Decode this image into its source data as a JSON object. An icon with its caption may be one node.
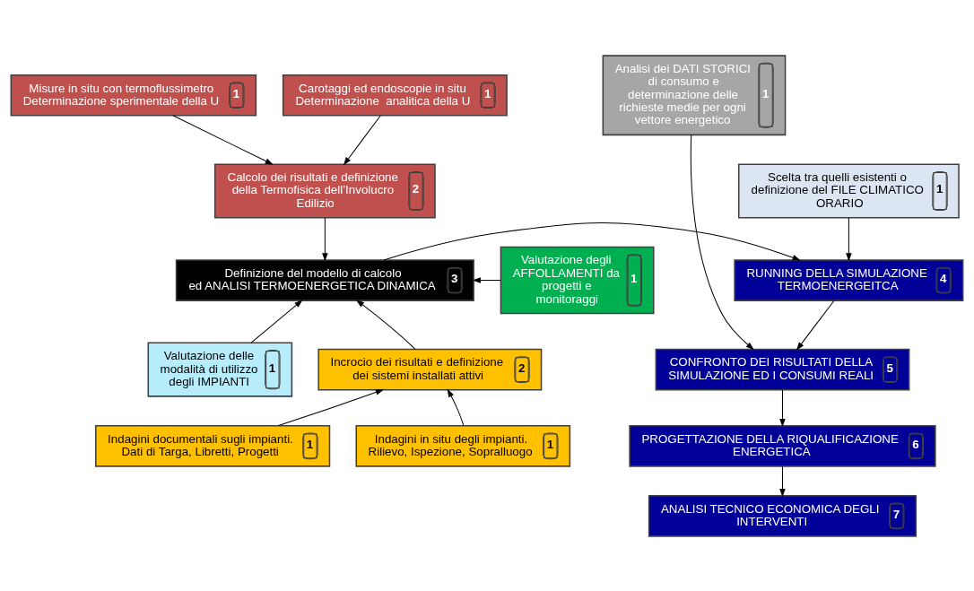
{
  "diagram": {
    "nodes": [
      {
        "text": [
          "Misure in situ con termoflussimetro Determinazione sperimentale della U",
          "1"
        ]
      },
      {
        "text": [
          "Carotaggi ed endoscopie in situ Determinazione  analitica della U",
          "1"
        ]
      },
      {
        "text": [
          "Analisi dei DATI STORICI di consumo e determinazione delle richieste medie per ogni vettore energetico",
          "1"
        ]
      },
      {
        "text": [
          "Calcolo dei risultati e definizione della Termofisica dell’Involucro Edilizio",
          "2"
        ]
      },
      {
        "text": [
          "Valutazione degli AFFOLLAMENTI da progetti e monitoraggi",
          "1"
        ]
      },
      {
        "text": [
          "Scelta tra quelli esistenti o definizione del FILE CLIMATICO ORARIO",
          "1"
        ]
      },
      {
        "text": [
          "Definizione del modello di calcolo ed ANALISI TERMOENERGETICA DINAMICA",
          "3"
        ]
      },
      {
        "text": [
          "RUNNING DELLA SIMULAZIONE TERMOENERGEITCA",
          "4"
        ]
      },
      {
        "text": [
          "Valutazione delle modalità di utilizzo degli IMPIANTI",
          "1"
        ]
      },
      {
        "text": [
          "CONFRONTO DEI RISULTATI DELLA SIMULAZIONE ED I CONSUMI REALI",
          "5"
        ]
      },
      {
        "text": [
          "Incrocio dei risultati e definizione dei sistemi installati attivi",
          "2"
        ]
      },
      {
        "text": [
          "PROGETTAZIONE DELLA RIQUALIFICAZIONE  ENERGETICA",
          "6"
        ]
      },
      {
        "text": [
          "Indagini in situ degli impianti. Rilievo, Ispezione, Sopralluogo",
          "1"
        ]
      },
      {
        "text": [
          "Indagini documentali sugli impianti. Dati di Targa, Libretti, Progetti",
          "1"
        ]
      },
      {
        "text": [
          "ANALISI TECNICO ECONOMICA DEGLI INTERVENTI",
          "7"
        ]
      }
    ],
    "edges": [
      {
        "from": 0,
        "to": 3,
        "arrow": "to"
      },
      {
        "from": 1,
        "to": 3,
        "arrow": "to"
      },
      {
        "from": 3,
        "to": 6,
        "arrow": "to"
      },
      {
        "from": 4,
        "to": 6,
        "arrow": "to"
      },
      {
        "from": 8,
        "to": 6,
        "arrow": "to"
      },
      {
        "from": 10,
        "to": 6,
        "arrow": "to"
      },
      {
        "from": 12,
        "to": 10,
        "arrow": "to"
      },
      {
        "from": 13,
        "to": 10,
        "arrow": "to"
      },
      {
        "from": 6,
        "to": 7,
        "arrow": "to"
      },
      {
        "from": 5,
        "to": 7,
        "arrow": "to"
      },
      {
        "from": 7,
        "to": 9,
        "arrow": "to"
      },
      {
        "from": 2,
        "to": 9,
        "arrow": "to"
      },
      {
        "from": 9,
        "to": 11,
        "arrow": "to"
      },
      {
        "from": 11,
        "to": 14,
        "arrow": "to"
      }
    ]
  }
}
